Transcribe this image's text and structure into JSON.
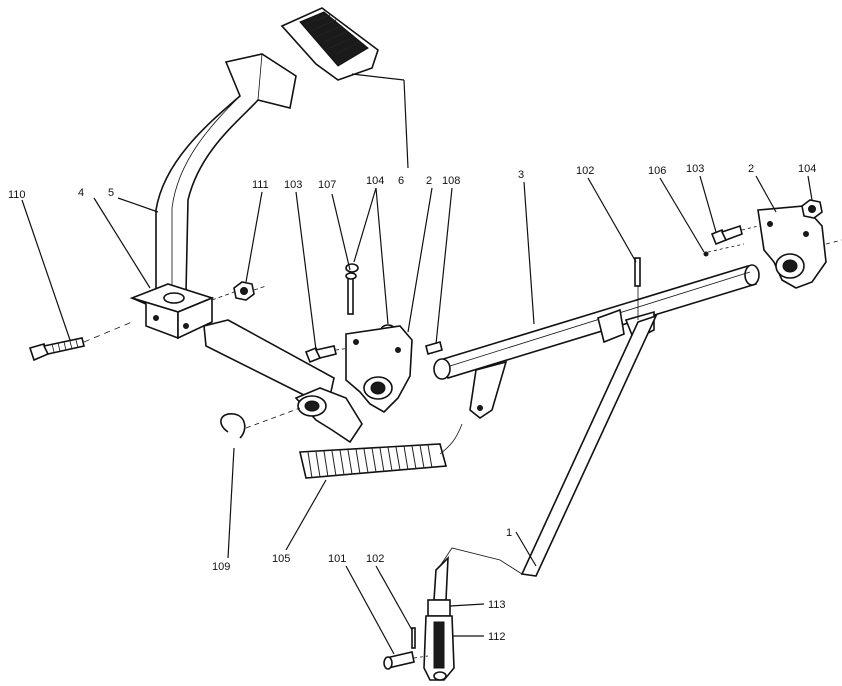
{
  "diagram": {
    "callouts": [
      {
        "id": "c110",
        "text": "110"
      },
      {
        "id": "c4",
        "text": "4"
      },
      {
        "id": "c5",
        "text": "5"
      },
      {
        "id": "c111",
        "text": "111"
      },
      {
        "id": "c103a",
        "text": "103"
      },
      {
        "id": "c107",
        "text": "107"
      },
      {
        "id": "c104a",
        "text": "104"
      },
      {
        "id": "c6",
        "text": "6"
      },
      {
        "id": "c2a",
        "text": "2"
      },
      {
        "id": "c108",
        "text": "108"
      },
      {
        "id": "c3",
        "text": "3"
      },
      {
        "id": "c102a",
        "text": "102"
      },
      {
        "id": "c106",
        "text": "106"
      },
      {
        "id": "c103b",
        "text": "103"
      },
      {
        "id": "c2b",
        "text": "2"
      },
      {
        "id": "c104b",
        "text": "104"
      },
      {
        "id": "c109",
        "text": "109"
      },
      {
        "id": "c105",
        "text": "105"
      },
      {
        "id": "c1",
        "text": "1"
      },
      {
        "id": "c101",
        "text": "101"
      },
      {
        "id": "c102b",
        "text": "102"
      },
      {
        "id": "c113",
        "text": "113"
      },
      {
        "id": "c112",
        "text": "112"
      }
    ]
  }
}
